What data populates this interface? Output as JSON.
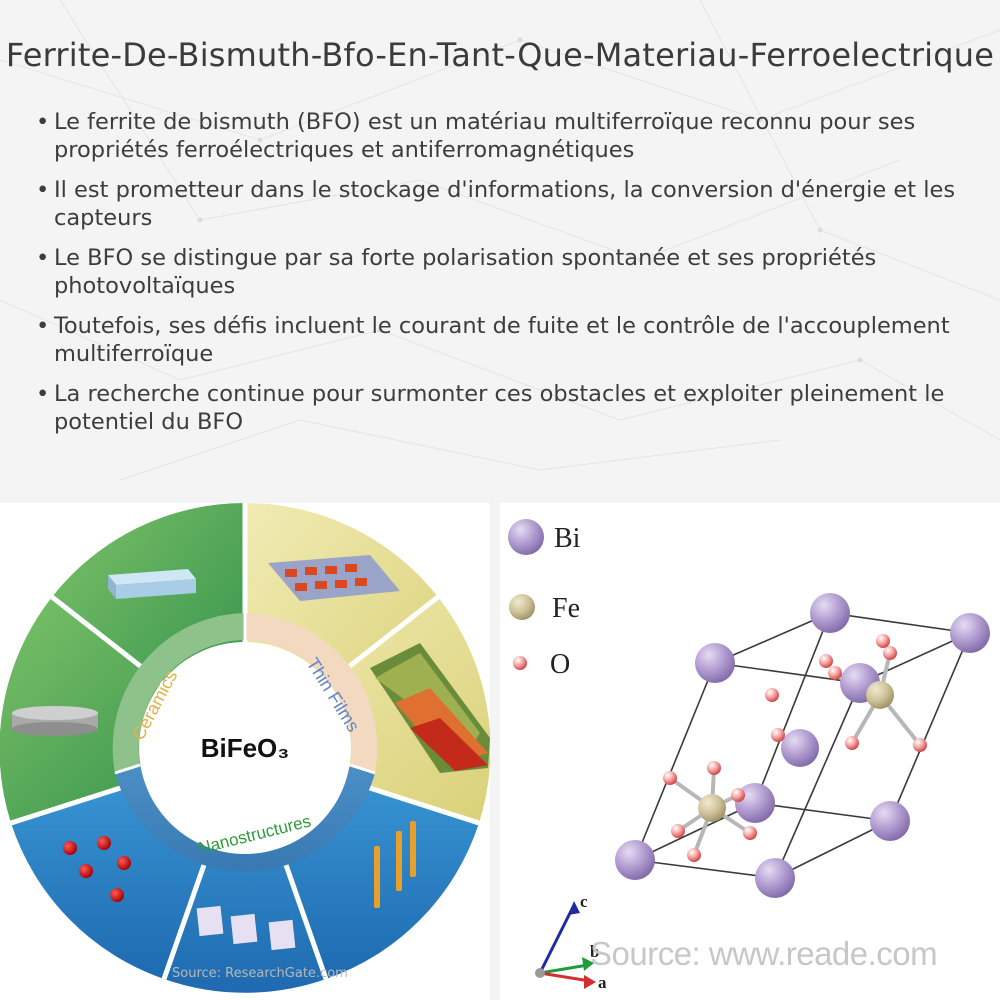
{
  "page": {
    "title": "Ferrite-De-Bismuth-Bfo-En-Tant-Que-Materiau-Ferroelectrique"
  },
  "bullets": [
    "Le ferrite de bismuth (BFO) est un matériau multiferroïque reconnu pour ses propriétés ferroélectriques et antiferromagnétiques",
    "Il est prometteur dans le stockage d'informations, la conversion d'énergie et les capteurs",
    "Le BFO se distingue par sa forte polarisation spontanée et ses propriétés photovoltaïques",
    "Toutefois, ses défis incluent le courant de fuite et le contrôle de l'accouplement multiferroïque",
    "La recherche continue pour surmonter ces obstacles et exploiter pleinement le potentiel du BFO"
  ],
  "figure_left": {
    "center_label": "BiFeO₃",
    "ring_labels": {
      "ceramics": "Ceramics",
      "thin_films": "Thin Films",
      "nanostructures": "Nanostructures"
    },
    "credit": "Source: ResearchGate.com",
    "colors": {
      "ceramics": "#8fc28a",
      "thin_films": "#f3d9bf",
      "nano": "#2f7fc0",
      "outer_green": "#4fa24d",
      "outer_yellow": "#e2dd8c",
      "outer_blue": "#2b86c8"
    }
  },
  "figure_right": {
    "legend": [
      {
        "label": "Bi",
        "color": "#b49fd2"
      },
      {
        "label": "Fe",
        "color": "#cfc29a"
      },
      {
        "label": "O",
        "color": "#f4a3a3"
      }
    ],
    "axes": {
      "a": "a",
      "b": "b",
      "c": "c"
    },
    "credit": "Source: www.reade.com"
  }
}
